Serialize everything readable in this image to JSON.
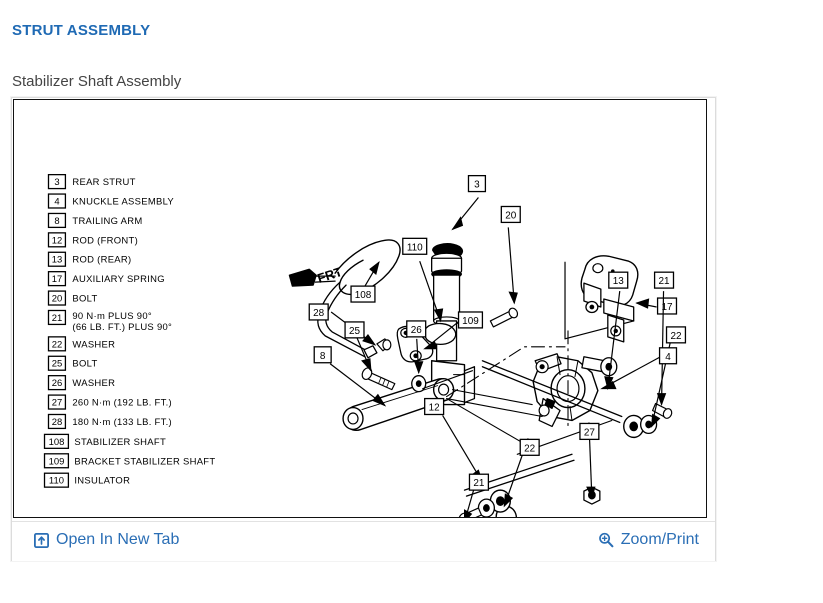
{
  "page": {
    "title": "STRUT ASSEMBLY",
    "subtitle": "Stabilizer Shaft Assembly",
    "title_color": "#1f6ab4",
    "subtitle_color": "#444444"
  },
  "footer": {
    "open_new_tab_label": "Open In New Tab",
    "open_new_tab_icon": "open-in-new-tab-icon",
    "zoom_print_label": "Zoom/Print",
    "zoom_print_icon": "magnifier-plus-icon",
    "link_color": "#2a6eb5"
  },
  "diagram": {
    "front_marker": "FRT",
    "legend": [
      {
        "num": "3",
        "label": "REAR STRUT"
      },
      {
        "num": "4",
        "label": "KNUCKLE ASSEMBLY"
      },
      {
        "num": "8",
        "label": "TRAILING ARM"
      },
      {
        "num": "12",
        "label": "ROD (FRONT)"
      },
      {
        "num": "13",
        "label": "ROD (REAR)"
      },
      {
        "num": "17",
        "label": "AUXILIARY SPRING"
      },
      {
        "num": "20",
        "label": "BOLT"
      },
      {
        "num": "21",
        "label": "90 N·m PLUS 90°",
        "label2": "(66 LB. FT.) PLUS 90°"
      },
      {
        "num": "22",
        "label": "WASHER"
      },
      {
        "num": "25",
        "label": "BOLT"
      },
      {
        "num": "26",
        "label": "WASHER"
      },
      {
        "num": "27",
        "label": "260 N·m (192 LB. FT.)"
      },
      {
        "num": "28",
        "label": "180 N·m (133 LB. FT.)"
      },
      {
        "num": "108",
        "label": "STABILIZER SHAFT"
      },
      {
        "num": "109",
        "label": "BRACKET STABILIZER SHAFT"
      },
      {
        "num": "110",
        "label": "INSULATOR"
      }
    ],
    "callouts": [
      {
        "id": "callout-3",
        "num": "3"
      },
      {
        "id": "callout-20",
        "num": "20"
      },
      {
        "id": "callout-17",
        "num": "17"
      },
      {
        "id": "callout-110",
        "num": "110"
      },
      {
        "id": "callout-108",
        "num": "108"
      },
      {
        "id": "callout-28",
        "num": "28"
      },
      {
        "id": "callout-109",
        "num": "109"
      },
      {
        "id": "callout-25",
        "num": "25"
      },
      {
        "id": "callout-26",
        "num": "26"
      },
      {
        "id": "callout-8",
        "num": "8"
      },
      {
        "id": "callout-13",
        "num": "13"
      },
      {
        "id": "callout-21a",
        "num": "21"
      },
      {
        "id": "callout-22a",
        "num": "22"
      },
      {
        "id": "callout-4",
        "num": "4"
      },
      {
        "id": "callout-27",
        "num": "27"
      },
      {
        "id": "callout-12",
        "num": "12"
      },
      {
        "id": "callout-22b",
        "num": "22"
      },
      {
        "id": "callout-21b",
        "num": "21"
      }
    ]
  }
}
